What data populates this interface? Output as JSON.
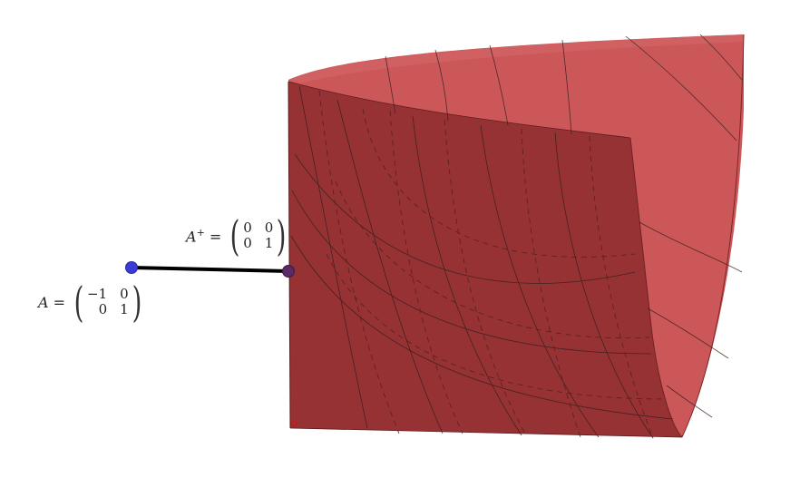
{
  "labels": {
    "a": {
      "symbol": "A",
      "eq": "=",
      "matrix": [
        [
          "−1",
          "0"
        ],
        [
          "0",
          "1"
        ]
      ]
    },
    "a_plus": {
      "symbol": "A",
      "sup": "+",
      "eq": "=",
      "matrix": [
        [
          "0",
          "0"
        ],
        [
          "0",
          "1"
        ]
      ]
    }
  },
  "colors": {
    "surface_dark": "#963234",
    "surface_light": "#cc5759",
    "surface_mid": "#b54347",
    "grid_line": "#3a2020",
    "segment": "#000000",
    "point_blue": "#3b3bd6",
    "point_purple": "#5a2a66"
  }
}
